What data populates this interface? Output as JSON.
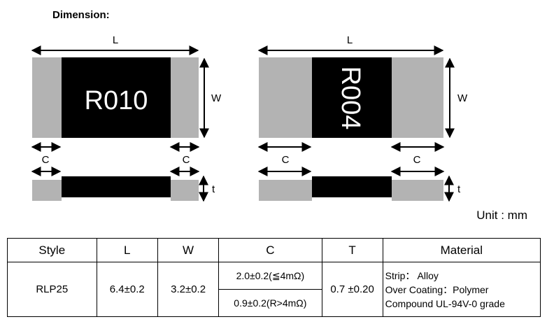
{
  "header": {
    "title": "Dimension:"
  },
  "diagram": {
    "left_part": {
      "marking": "R010",
      "dim_l": "L",
      "dim_w": "W",
      "dim_c_left": "C",
      "dim_c_right": "C",
      "dim_t": "t"
    },
    "right_part": {
      "marking": "R004",
      "dim_l": "L",
      "dim_w": "W",
      "dim_c_left": "C",
      "dim_c_right": "C",
      "dim_t": "t"
    },
    "unit_label": "Unit : mm",
    "colors": {
      "terminal": "#b3b3b3",
      "body": "#000000",
      "marking": "#ffffff"
    }
  },
  "table": {
    "headers": [
      "Style",
      "L",
      "W",
      "C",
      "T",
      "Material"
    ],
    "row": {
      "style": "RLP25",
      "l": "6.4±0.2",
      "w": "3.2±0.2",
      "c_values": [
        "2.0±0.2(≦4mΩ)",
        "0.9±0.2(R>4mΩ)"
      ],
      "t": "0.7 ±0.20",
      "material_lines": [
        "Strip： Alloy",
        "Over Coating：Polymer",
        "Compound UL-94V-0 grade"
      ]
    }
  }
}
